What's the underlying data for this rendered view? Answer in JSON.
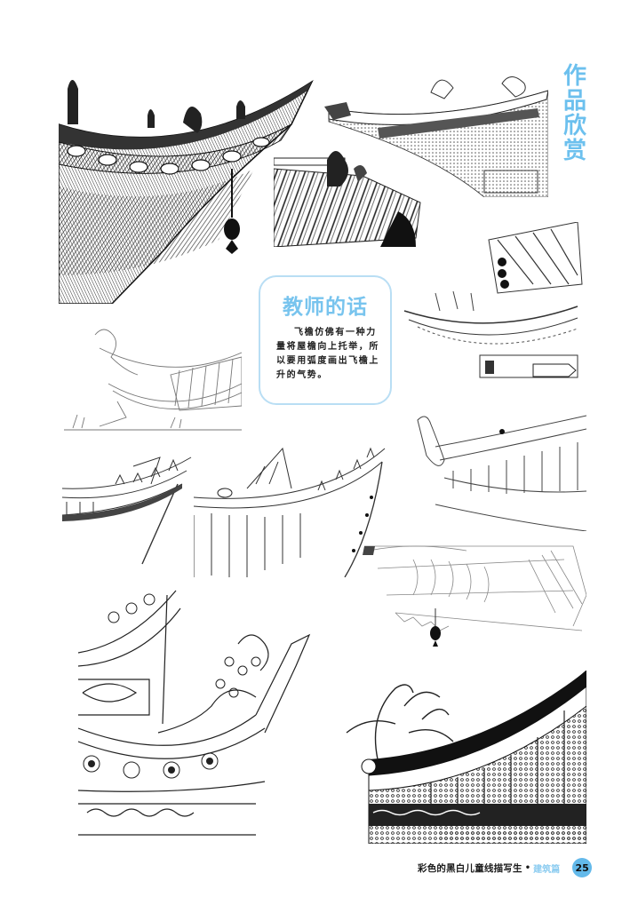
{
  "section_title": {
    "chars": [
      "作",
      "品",
      "欣",
      "赏"
    ],
    "color": "#6cc0ee"
  },
  "tip_card": {
    "title": "教师的话",
    "body": "飞檐仿佛有一种力量将屋檐向上托举，所以要用弧度画出飞檐上升的气势。",
    "title_color": "#78c4ee",
    "border_color": "#b9def4"
  },
  "drawings": [
    {
      "id": "eave-1",
      "subject": "dense hatched upturned eave with dragon ridge ornaments and hanging bell"
    },
    {
      "id": "eave-2",
      "subject": "tiled roof corner with dragon finial"
    },
    {
      "id": "eave-3",
      "subject": "light-line upturned eave with dragon ornaments and bracket sets"
    },
    {
      "id": "eave-4",
      "subject": "eave corner with bracket sets and decorative beam"
    },
    {
      "id": "eave-5",
      "subject": "light-line eave with dragon head ornament"
    },
    {
      "id": "eave-6",
      "subject": "eave with dragon head and tiled slope"
    },
    {
      "id": "eave-7",
      "subject": "small upturned eave with ridge beasts"
    },
    {
      "id": "eave-8",
      "subject": "sweeping eave with ridge beasts and tiled roof"
    },
    {
      "id": "eave-9",
      "subject": "soffit view of eave with hanging bell"
    },
    {
      "id": "eave-10",
      "subject": "ornate curled ridge ornament with round tile ends"
    },
    {
      "id": "eave-11",
      "subject": "heavily patterned eave with dragon ornament"
    }
  ],
  "footer": {
    "book_title": "彩色的黑白儿童线描写生",
    "separator": "•",
    "section": "建筑篇",
    "page_number": "25",
    "section_color": "#8cccf0",
    "badge_color": "#63b9ea"
  }
}
